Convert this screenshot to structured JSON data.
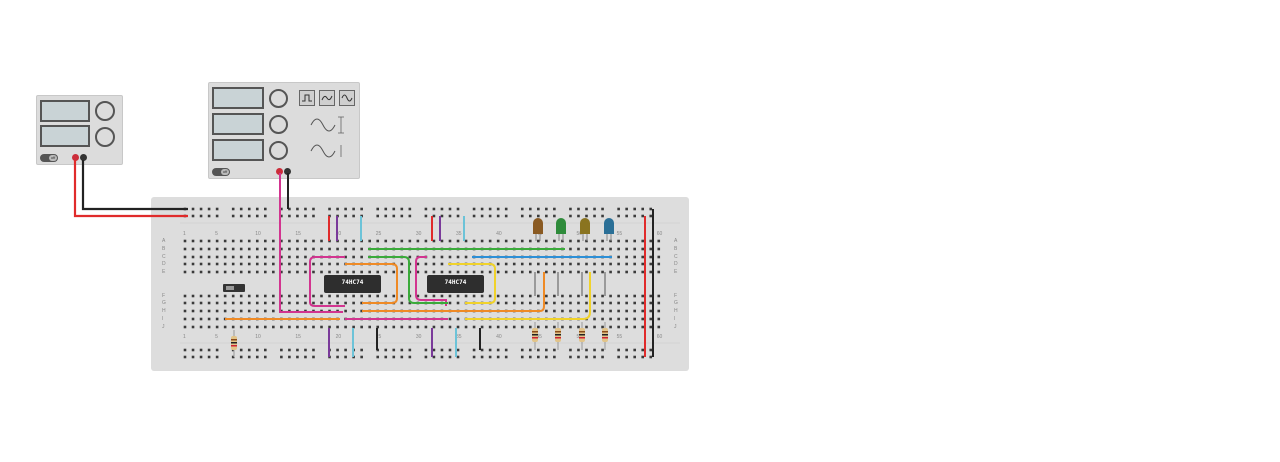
{
  "power_supply": {
    "toggle_label": "off",
    "terminal_positive_color": "#cc2d3a",
    "terminal_negative_color": "#333333"
  },
  "function_generator": {
    "toggle_label": "off",
    "waveforms": [
      "square-wave-icon",
      "triangle-wave-icon",
      "sine-wave-icon"
    ]
  },
  "breadboard": {
    "column_numbers": [
      "1",
      "5",
      "10",
      "15",
      "20",
      "25",
      "30",
      "35",
      "40",
      "45",
      "50",
      "55",
      "60"
    ],
    "row_letters_top": [
      "A",
      "B",
      "C",
      "D",
      "E"
    ],
    "row_letters_bottom": [
      "F",
      "G",
      "H",
      "I",
      "J"
    ],
    "chips": [
      {
        "label": "74HC74"
      },
      {
        "label": "74HC74"
      }
    ],
    "leds": [
      {
        "color": "#8a5a22"
      },
      {
        "color": "#2e8b3a"
      },
      {
        "color": "#8a7420"
      },
      {
        "color": "#2a6f96"
      }
    ],
    "resistor_count": 5
  },
  "colors": {
    "wire_red": "#e02b2b",
    "wire_black": "#222222",
    "wire_magenta": "#d2348f",
    "wire_orange": "#ef8a25",
    "wire_green": "#3aaa3a",
    "wire_yellow": "#f0d22a",
    "wire_blue": "#2c8fd6",
    "wire_cyan": "#6cc3d8",
    "wire_purple": "#7a3a9a",
    "wire_grey": "#9a9a9a"
  }
}
